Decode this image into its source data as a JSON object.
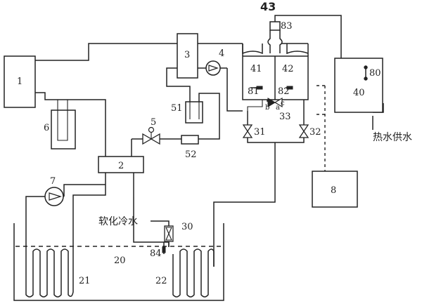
{
  "labels": {
    "n1": "1",
    "n2": "2",
    "n3": "3",
    "n4": "4",
    "n5": "5",
    "n6": "6",
    "n7": "7",
    "n8": "8",
    "n20": "20",
    "n21": "21",
    "n22": "22",
    "n30": "30",
    "n31": "31",
    "n32": "32",
    "n33": "33",
    "n40": "40",
    "n41": "41",
    "n42": "42",
    "n43": "43",
    "n51": "51",
    "n52": "52",
    "n80": "80",
    "n81": "81",
    "n82": "82",
    "n83": "83",
    "n84": "84",
    "valve_b": "b",
    "valve_a": "a",
    "valve_c": "c",
    "soft_cold_water": "软化冷水",
    "hot_water_supply": "热水供水"
  }
}
